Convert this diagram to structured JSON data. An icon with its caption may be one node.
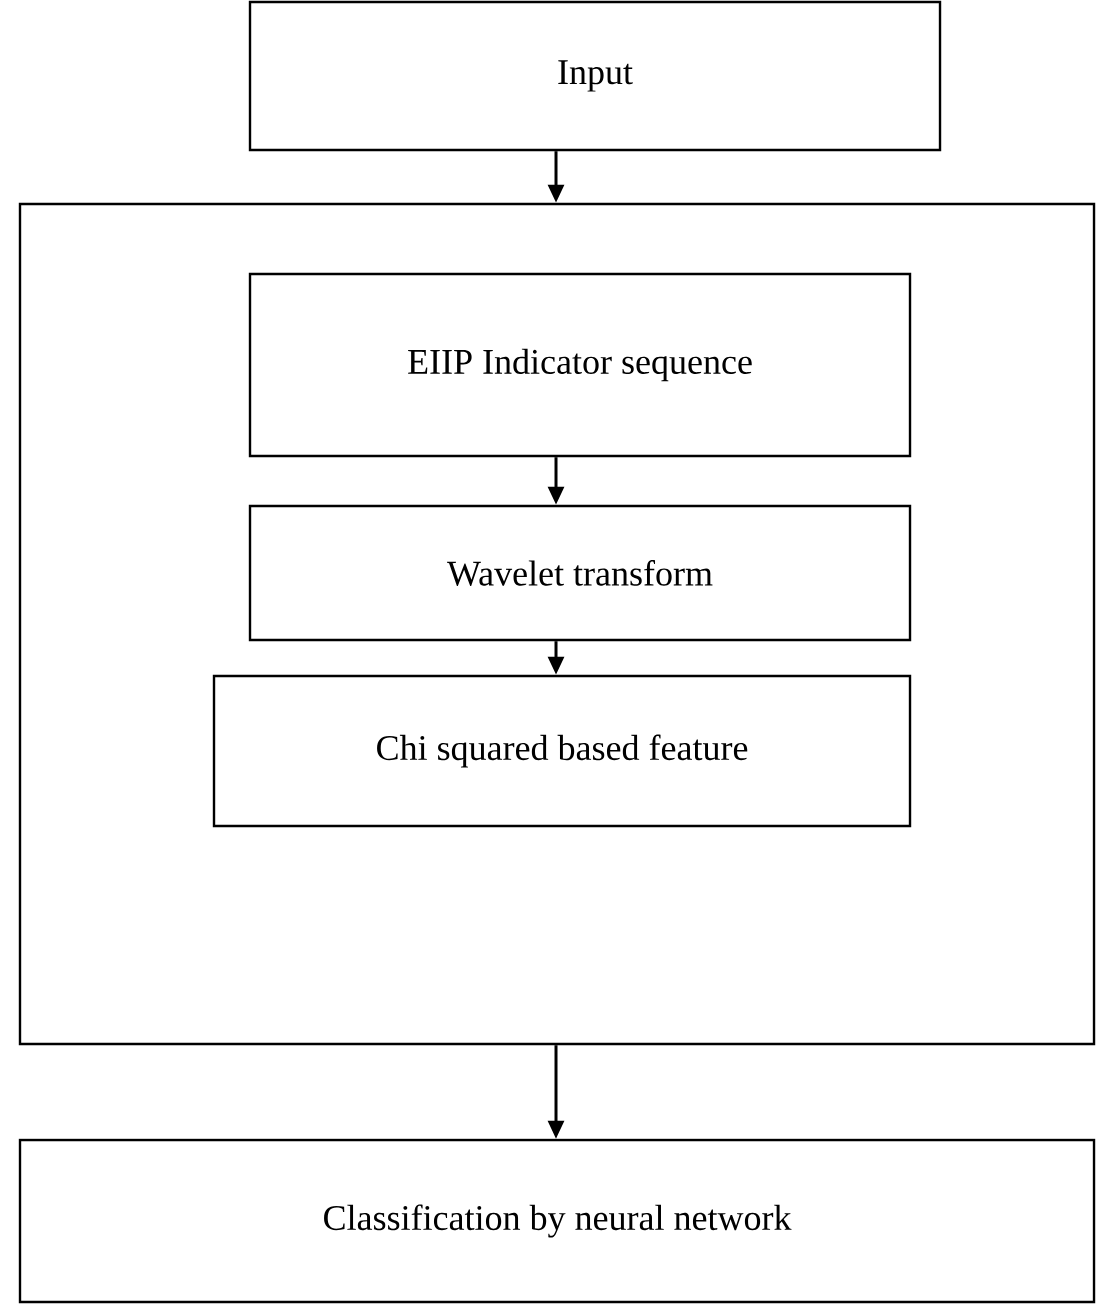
{
  "diagram": {
    "nodes": [
      {
        "text": [
          "Input"
        ]
      },
      {
        "text": [],
        "shape": "box"
      },
      {
        "text": [
          "EIIP Indicator sequence"
        ],
        "in": 1
      },
      {
        "text": [
          "Wavelet transform"
        ],
        "in": 1
      },
      {
        "text": [
          "Chi squared based feature"
        ],
        "in": 1
      },
      {
        "text": [
          "Classification by neural network"
        ]
      }
    ],
    "edges": [
      {
        "from": 0,
        "to": 1,
        "arrow": "to"
      },
      {
        "from": 2,
        "to": 3,
        "arrow": "to"
      },
      {
        "from": 3,
        "to": 4,
        "arrow": "to"
      },
      {
        "from": 1,
        "to": 5,
        "arrow": "to"
      }
    ]
  }
}
